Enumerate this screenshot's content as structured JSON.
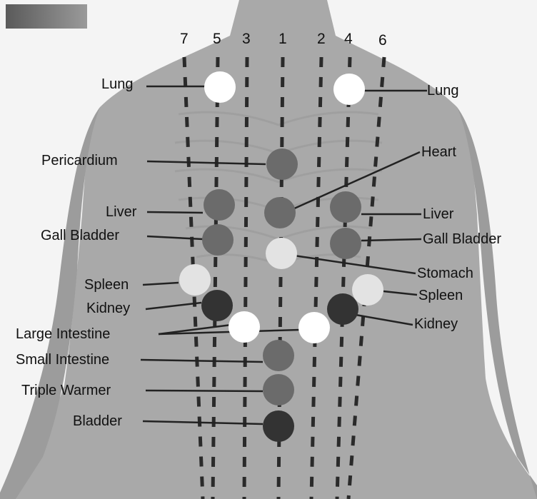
{
  "meridian_numbers": [
    "7",
    "5",
    "3",
    "1",
    "2",
    "4",
    "6"
  ],
  "labels": {
    "lung_left": "Lung",
    "lung_right": "Lung",
    "pericardium": "Pericardium",
    "heart": "Heart",
    "liver_left": "Liver",
    "liver_right": "Liver",
    "gall_bladder_left": "Gall Bladder",
    "gall_bladder_right": "Gall Bladder",
    "stomach": "Stomach",
    "spleen_left": "Spleen",
    "spleen_right": "Spleen",
    "kidney_left": "Kidney",
    "kidney_right": "Kidney",
    "large_intestine": "Large Intestine",
    "small_intestine": "Small Intestine",
    "triple_warmer": "Triple Warmer",
    "bladder": "Bladder"
  },
  "colors": {
    "body": "#a9a9a9",
    "body_shadow": "#8f8f8f",
    "background": "#f4f4f4",
    "point_white": "#ffffff",
    "point_light": "#e3e3e3",
    "point_medium": "#6b6b6b",
    "point_dark": "#333333",
    "line": "#222222"
  }
}
